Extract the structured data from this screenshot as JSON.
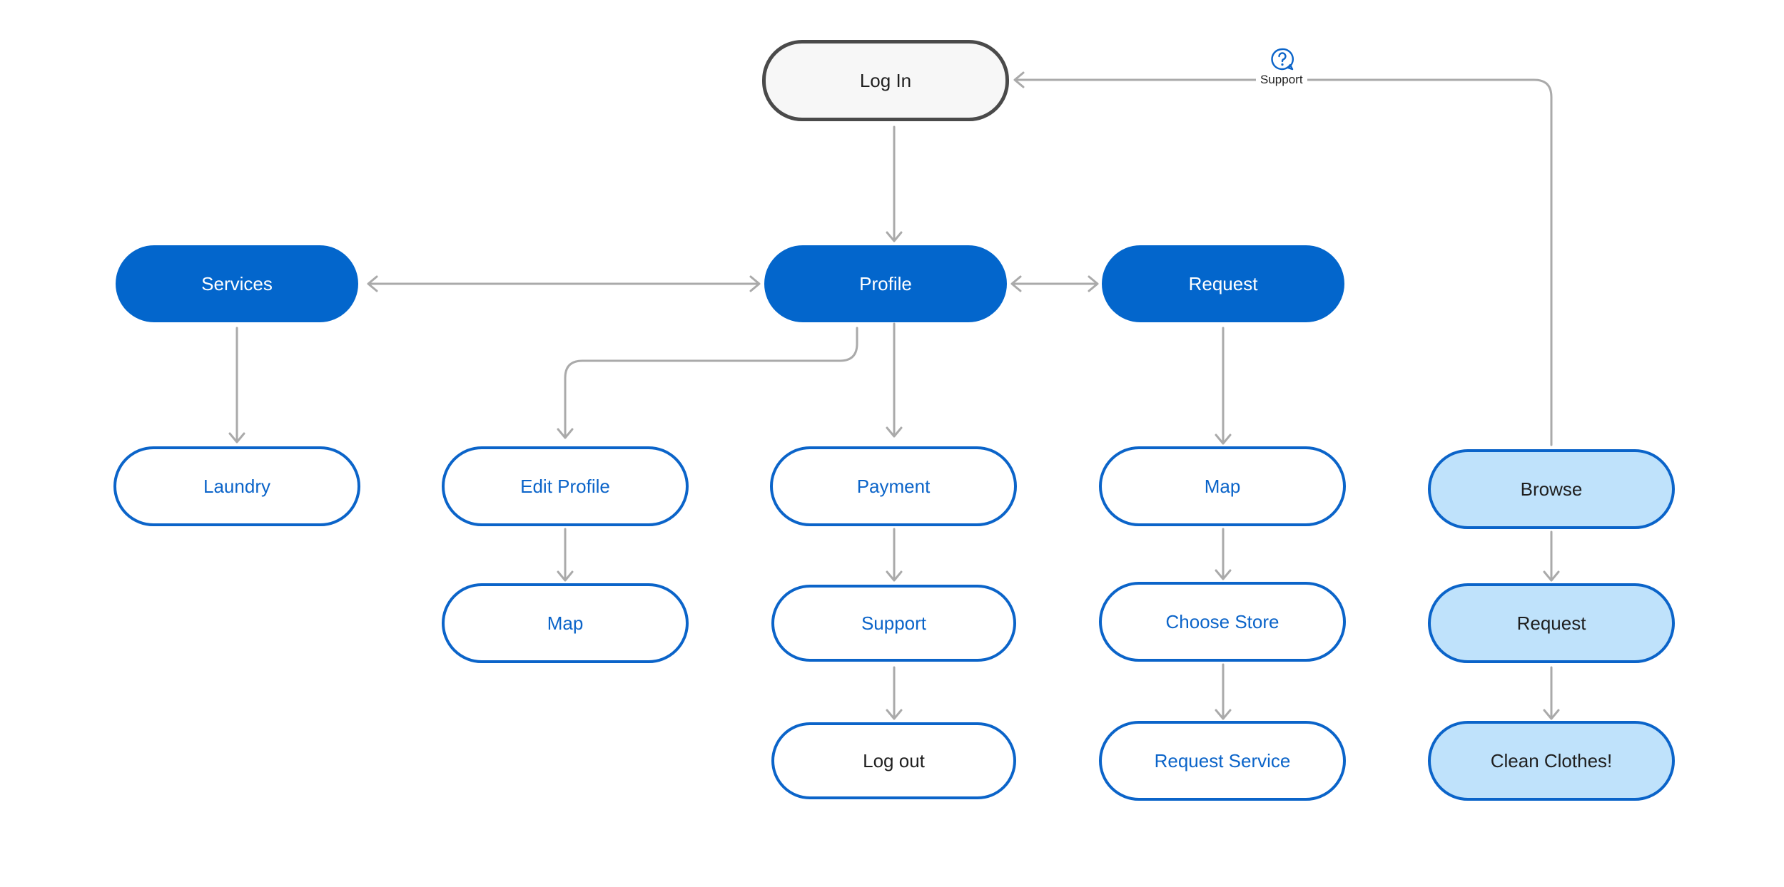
{
  "nodes": {
    "login": "Log In",
    "services": "Services",
    "profile": "Profile",
    "request": "Request",
    "laundry": "Laundry",
    "edit_profile": "Edit Profile",
    "payment": "Payment",
    "map_request": "Map",
    "browse": "Browse",
    "map_profile": "Map",
    "support": "Support",
    "choose_store": "Choose Store",
    "request_browse": "Request",
    "logout": "Log out",
    "request_service": "Request Service",
    "clean_clothes": "Clean Clothes!"
  },
  "edge_labels": {
    "support": "Support"
  },
  "icons": {
    "support": "chat-question-icon"
  },
  "colors": {
    "primary": "#0366cc",
    "secondary_border": "#0b64c9",
    "light_fill": "#bfe2fb",
    "start_fill": "#f7f7f7",
    "start_border": "#4a4a4a",
    "connector": "#aaaaaa"
  }
}
